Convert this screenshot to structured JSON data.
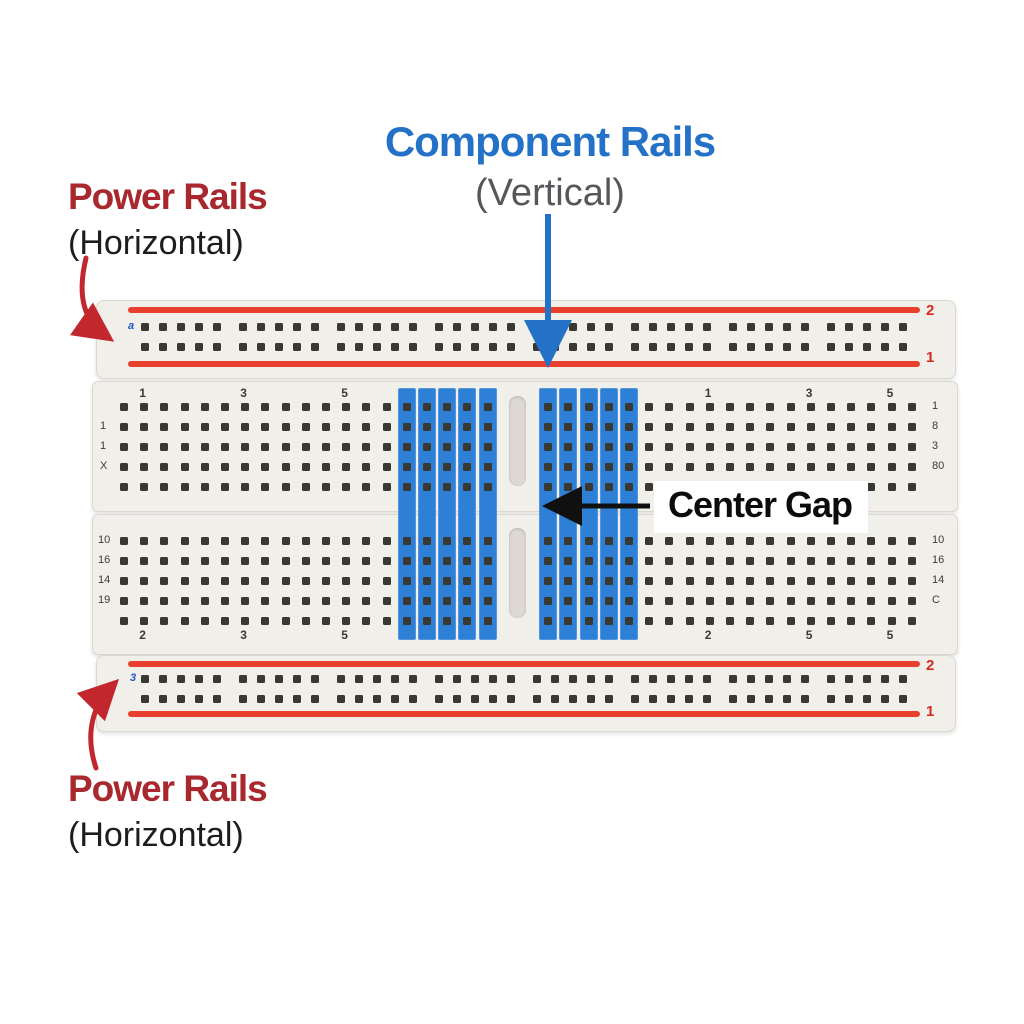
{
  "annotations": {
    "component_rails": {
      "title": "Component Rails",
      "subtitle": "(Vertical)"
    },
    "power_rails_top": {
      "title": "Power Rails",
      "subtitle": "(Horizontal)"
    },
    "power_rails_bottom": {
      "title": "Power Rails",
      "subtitle": "(Horizontal)"
    },
    "center_gap": {
      "label": "Center Gap"
    }
  },
  "colors": {
    "annotation_blue": "#2472c8",
    "annotation_red": "#c1272d",
    "power_red": "#a8282e",
    "rail_line_red": "#e8402f",
    "component_rail_blue": "#2e7fd6",
    "board_body": "#f1efe9",
    "hole": "#3a3833",
    "black": "#101010"
  },
  "board": {
    "columns": 40,
    "blue_columns": [
      14,
      15,
      16,
      17,
      18,
      21,
      22,
      23,
      24,
      25
    ],
    "top_rail": {
      "right_top": "2",
      "right_bottom": "1",
      "left_mark": "a"
    },
    "bottom_rail": {
      "right_top": "2",
      "right_bottom": "1",
      "left_mark": "3"
    },
    "top_numbers": [
      {
        "label": "1",
        "col": 1
      },
      {
        "label": "3",
        "col": 6
      },
      {
        "label": "5",
        "col": 11
      },
      {
        "label": "1",
        "col": 29
      },
      {
        "label": "3",
        "col": 34
      },
      {
        "label": "5",
        "col": 38
      }
    ],
    "bottom_numbers": [
      {
        "label": "2",
        "col": 1
      },
      {
        "label": "3",
        "col": 6
      },
      {
        "label": "5",
        "col": 11
      },
      {
        "label": "2",
        "col": 29
      },
      {
        "label": "5",
        "col": 34
      },
      {
        "label": "5",
        "col": 38
      }
    ],
    "upper_row_labels_left": [
      {
        "label": "1",
        "row": 1
      },
      {
        "label": "1",
        "row": 2
      },
      {
        "label": "X",
        "row": 3
      }
    ],
    "upper_row_labels_right": [
      {
        "label": "1",
        "row": 0
      },
      {
        "label": "8",
        "row": 1
      },
      {
        "label": "3",
        "row": 2
      },
      {
        "label": "80",
        "row": 3
      }
    ],
    "lower_row_labels_left": [
      {
        "label": "10",
        "row": 0
      },
      {
        "label": "16",
        "row": 1
      },
      {
        "label": "14",
        "row": 2
      },
      {
        "label": "19",
        "row": 3
      }
    ],
    "lower_row_labels_right": [
      {
        "label": "10",
        "row": 0
      },
      {
        "label": "16",
        "row": 1
      },
      {
        "label": "14",
        "row": 2
      },
      {
        "label": "C",
        "row": 3
      }
    ]
  }
}
